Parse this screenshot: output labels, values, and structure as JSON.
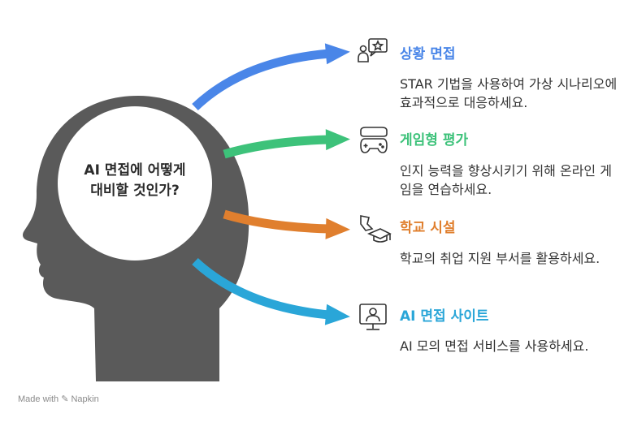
{
  "center": {
    "line1": "AI 면접에 어떻게",
    "line2": "대비할 것인가?"
  },
  "items": [
    {
      "title": "상황 면접",
      "desc": "STAR 기법을 사용하여 가상 시나리오에 효과적으로 대응하세요.",
      "color": "#4a86e8",
      "icon": "person-with-star-speech-icon"
    },
    {
      "title": "게임형 평가",
      "desc": "인지 능력을 향상시키기 위해 온라인 게임을 연습하세요.",
      "color": "#3dc27a",
      "icon": "vr-gamepad-icon"
    },
    {
      "title": "학교 시설",
      "desc": "학교의 취업 지원 부서를 활용하세요.",
      "color": "#e07f2e",
      "icon": "graduation-cap-icon"
    },
    {
      "title": "AI 면접 사이트",
      "desc": "AI 모의 면접 서비스를 사용하세요.",
      "color": "#2aa6d8",
      "icon": "computer-user-icon"
    }
  ],
  "footer": {
    "text": "Made with ✎ Napkin"
  }
}
